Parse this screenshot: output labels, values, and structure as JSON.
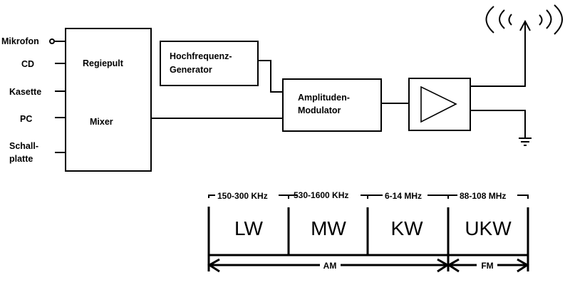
{
  "diagram": {
    "title": "AM/FM broadcast transmitter block diagram",
    "inputs": [
      {
        "label": "Mikrofon"
      },
      {
        "label": "CD"
      },
      {
        "label": "Kasette"
      },
      {
        "label": "PC"
      },
      {
        "label_line1": "Schall-",
        "label_line2": "platte"
      }
    ],
    "mixer": {
      "label_top": "Regiepult",
      "label_bottom": "Mixer"
    },
    "hf_generator": {
      "line1": "Hochfrequenz-",
      "line2": "Generator"
    },
    "modulator": {
      "line1": "Amplituden-",
      "line2": "Modulator"
    },
    "amplifier": {
      "symbol": "amplifier-triangle"
    },
    "antenna": {
      "symbol": "antenna-with-waves"
    },
    "ground": {
      "symbol": "ground"
    }
  },
  "bands": {
    "items": [
      {
        "name": "LW",
        "range": "150-300 KHz"
      },
      {
        "name": "MW",
        "range": "530-1600 KHz"
      },
      {
        "name": "KW",
        "range": "6-14 MHz"
      },
      {
        "name": "UKW",
        "range": "88-108 MHz"
      }
    ],
    "groups": [
      {
        "label": "AM"
      },
      {
        "label": "FM"
      }
    ]
  }
}
